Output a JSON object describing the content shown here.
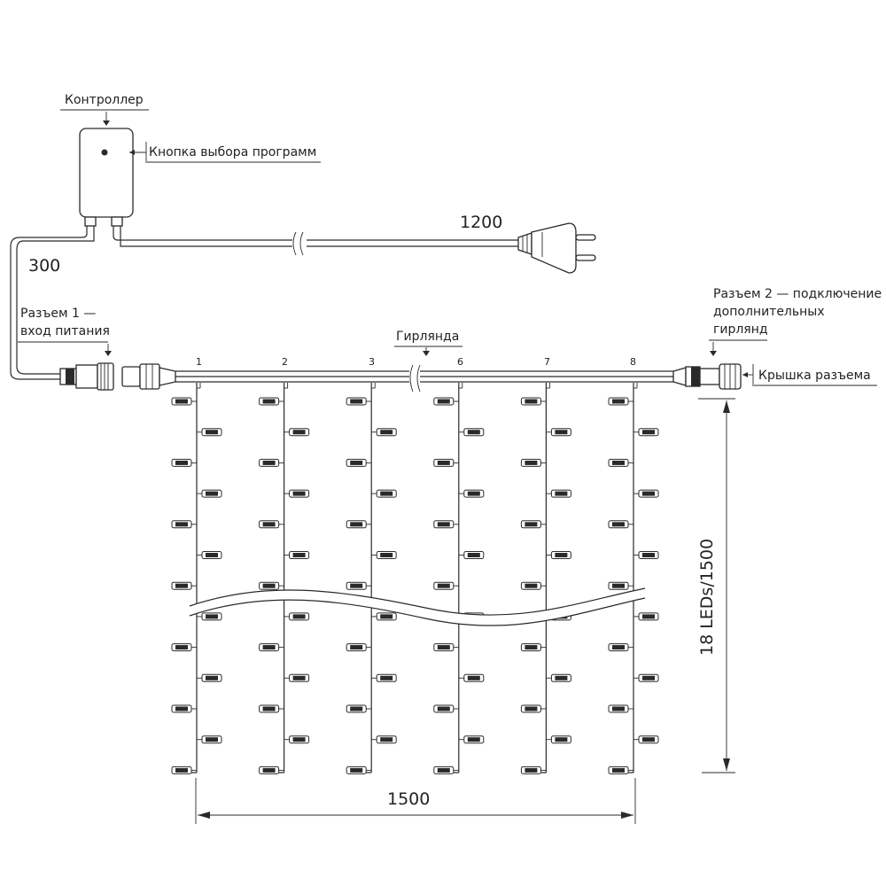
{
  "labels": {
    "controller": "Контроллер",
    "program_button": "Кнопка выбора программ",
    "connector1_line1": "Разъем 1 —",
    "connector1_line2": "вход питания",
    "garland": "Гирлянда",
    "connector2_line1": "Разъем 2 — подключение",
    "connector2_line2": "дополнительных",
    "connector2_line3": "гирлянд",
    "connector_cap": "Крышка разъема"
  },
  "dimensions": {
    "cable_controller_to_connector": "300",
    "cable_to_plug": "1200",
    "width": "1500",
    "height": "18 LEDs/1500"
  },
  "strand_numbers": [
    "1",
    "2",
    "3",
    "6",
    "7",
    "8"
  ],
  "strand_count": 6,
  "leds_per_strand_shown": 13,
  "colors": {
    "line": "#2a2a2a",
    "background": "#ffffff"
  }
}
